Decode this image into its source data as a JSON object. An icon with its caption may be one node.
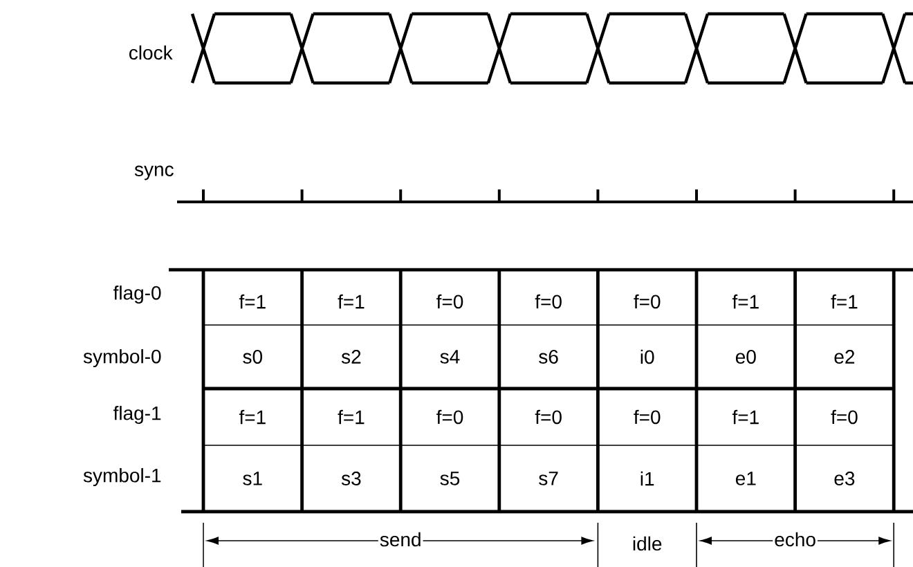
{
  "diagram": {
    "labels": [
      "clock",
      "sync",
      "flag-0",
      "f=1",
      "f=1",
      "f=0",
      "f=0",
      "f=0",
      "f=1",
      "f=1",
      "symbol-0",
      "s0",
      "s2",
      "s4",
      "s6",
      "i0",
      "e0",
      "e2",
      "flag-1",
      "f=1",
      "f=1",
      "f=0",
      "f=0",
      "f=0",
      "f=1",
      "f=0",
      "symbol-1",
      "s1",
      "s3",
      "s5",
      "s7",
      "i1",
      "e1",
      "e3",
      "send",
      "idle",
      "echo"
    ]
  }
}
